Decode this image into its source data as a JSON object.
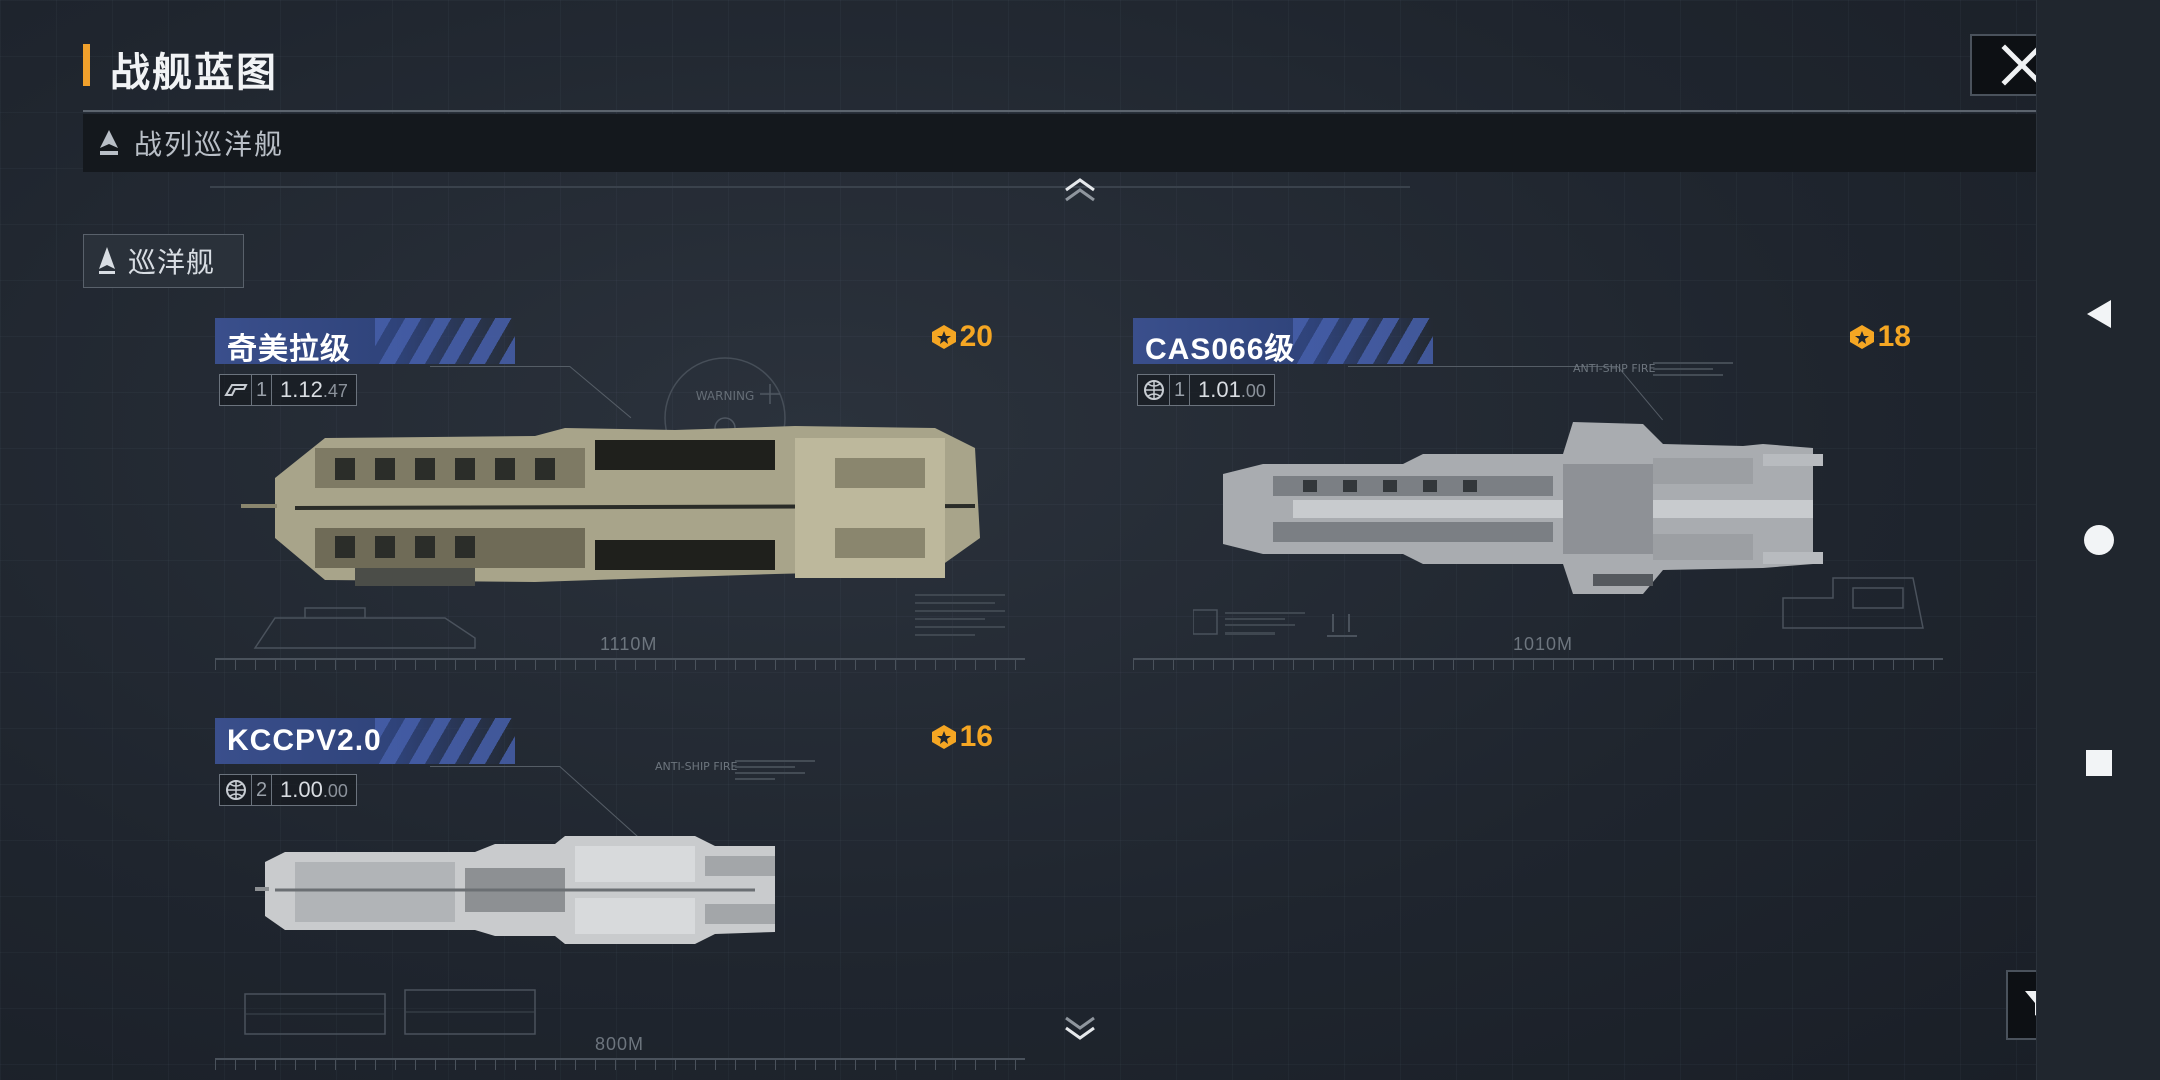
{
  "header": {
    "title": "战舰蓝图",
    "close_icon": "close-icon"
  },
  "category": {
    "label": "战列巡洋舰",
    "icon": "battlecruiser-icon"
  },
  "subcategory": {
    "label": "巡洋舰",
    "icon": "cruiser-icon"
  },
  "ships": [
    {
      "name": "奇美拉级",
      "tier": "1",
      "version_major": "1.12",
      "version_minor": ".47",
      "cost": "20",
      "length": "1110M",
      "warning": "WARNING"
    },
    {
      "name": "CAS066级",
      "tier": "1",
      "version_major": "1.01",
      "version_minor": ".00",
      "cost": "18",
      "length": "1010M",
      "annotation": "ANTI-SHIP FIRE"
    },
    {
      "name": "KCCPV2.0",
      "tier": "2",
      "version_major": "1.00",
      "version_minor": ".00",
      "cost": "16",
      "length": "800M",
      "annotation": "ANTI-SHIP FIRE"
    }
  ],
  "colors": {
    "accent": "#f0a02c",
    "cost": "#f5a623",
    "name_bar": "#3a4f8c"
  }
}
